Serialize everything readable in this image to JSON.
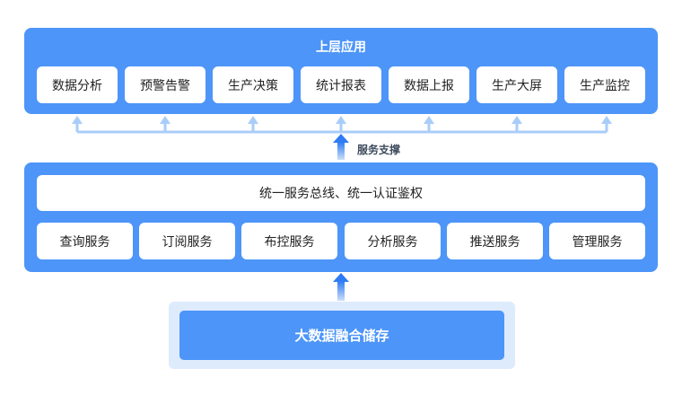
{
  "top_layer": {
    "title": "上层应用",
    "items": [
      {
        "label": "数据分析"
      },
      {
        "label": "预警告警"
      },
      {
        "label": "生产决策"
      },
      {
        "label": "统计报表"
      },
      {
        "label": "数据上报"
      },
      {
        "label": "生产大屏"
      },
      {
        "label": "生产监控"
      }
    ]
  },
  "support_label": "服务支撑",
  "middle_layer": {
    "bus_label": "统一服务总线、统一认证鉴权",
    "services": [
      {
        "label": "查询服务"
      },
      {
        "label": "订阅服务"
      },
      {
        "label": "布控服务"
      },
      {
        "label": "分析服务"
      },
      {
        "label": "推送服务"
      },
      {
        "label": "管理服务"
      }
    ]
  },
  "bottom_layer": {
    "label": "大数据融合储存"
  },
  "colors": {
    "panel": "#4d95f8",
    "connector": "#a9cdf8",
    "arrow_gradient_top": "#2e7bf3",
    "arrow_gradient_bottom": "#c9def9",
    "bottom_outer": "#deebfd"
  }
}
